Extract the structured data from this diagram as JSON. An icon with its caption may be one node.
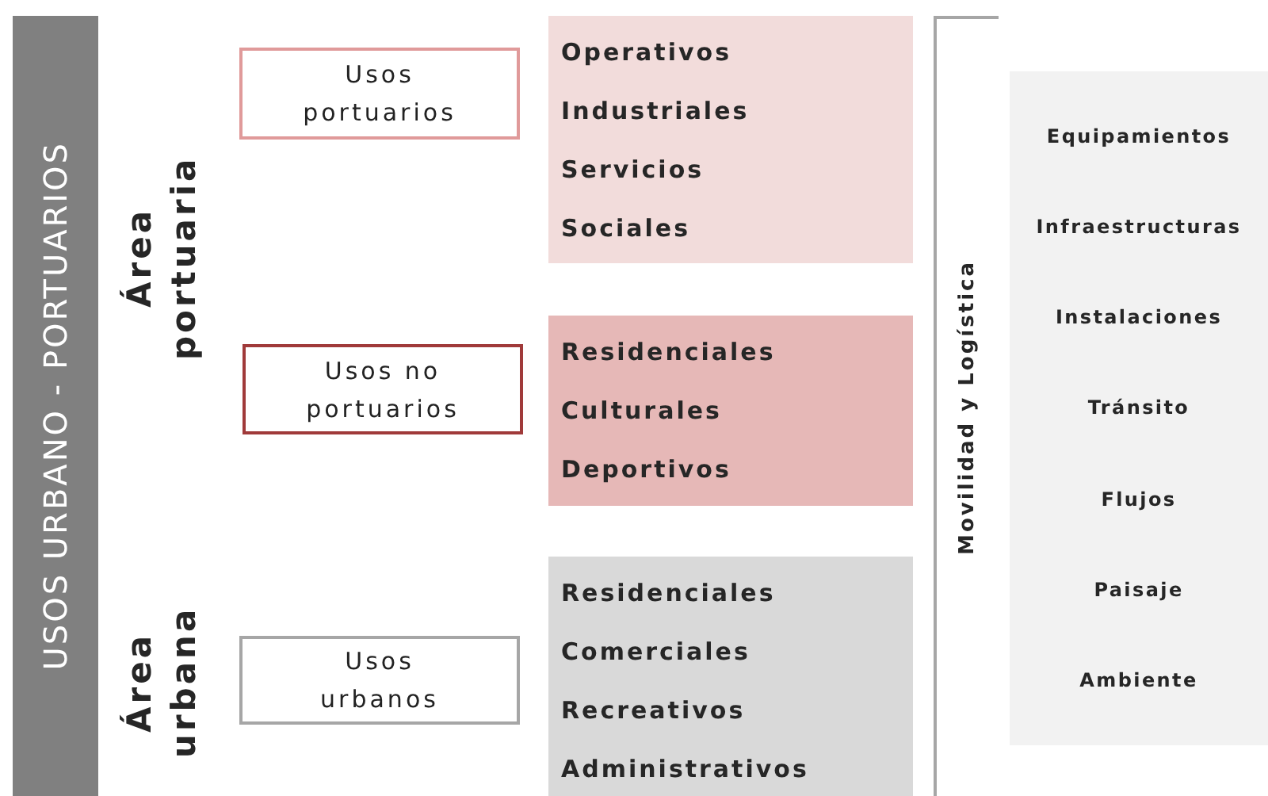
{
  "diagram": {
    "nodes": [
      {
        "text": [
          "USOS URBANO - PORTUARIOS"
        ]
      },
      {
        "text": [
          "Usos portuarios"
        ]
      },
      {
        "text": [
          "Operativos",
          "Industriales",
          "Servicios",
          "Sociales"
        ]
      },
      {
        "text": [
          "Usos no portuarios"
        ]
      },
      {
        "text": [
          "Residenciales",
          "Culturales",
          "Deportivos"
        ]
      },
      {
        "text": [
          "Usos urbanos"
        ]
      },
      {
        "text": [
          "Residenciales",
          "Comerciales",
          "Recreativos",
          "Administrativos"
        ]
      },
      {
        "text": [
          "Movilidad y Logística"
        ]
      },
      {
        "text": [
          "Equipamientos",
          "Infraestructuras",
          "Instalaciones",
          "Tránsito",
          "Flujos",
          "Paisaje",
          "Ambiente"
        ]
      }
    ],
    "labels": [
      "Área portuaria",
      "Área urbana"
    ]
  }
}
